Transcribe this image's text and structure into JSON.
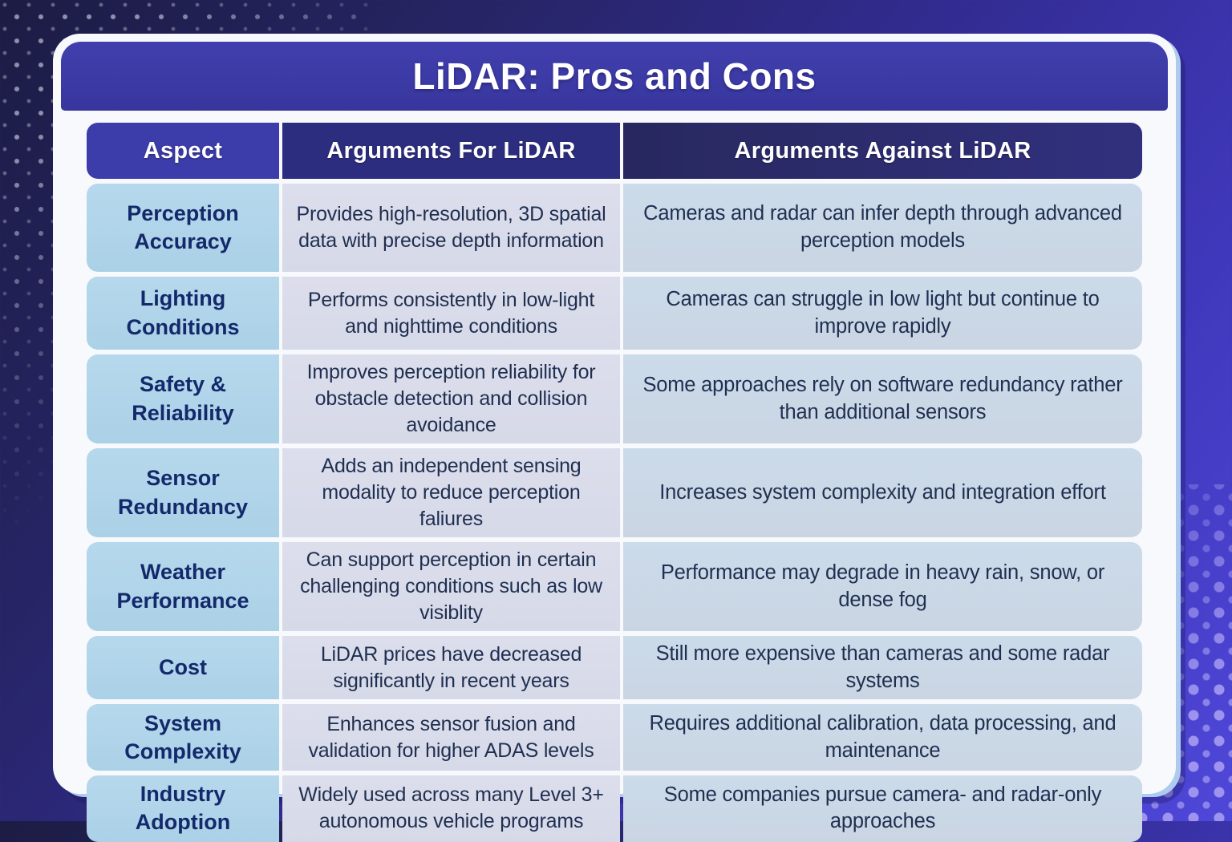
{
  "title": "LiDAR: Pros and Cons",
  "table": {
    "headers": {
      "aspect": "Aspect",
      "for": "Arguments For LiDAR",
      "against": "Arguments Against LiDAR"
    },
    "rows": [
      {
        "aspect": "Perception Accuracy",
        "for": "Provides high-resolution, 3D spatial data with precise depth information",
        "against": "Cameras and radar can infer depth through advanced perception models"
      },
      {
        "aspect": "Lighting Conditions",
        "for": "Performs consistently in low-light and nighttime conditions",
        "against": "Cameras can struggle in low light but continue to improve rapidly"
      },
      {
        "aspect": "Safety & Reliability",
        "for": "Improves perception reliability for obstacle detection and collision avoidance",
        "against": "Some approaches rely on software redundancy rather than additional sensors"
      },
      {
        "aspect": "Sensor Redundancy",
        "for": "Adds an independent sensing modality to reduce perception faliures",
        "against": "Increases system complexity and integration effort"
      },
      {
        "aspect": "Weather Performance",
        "for": "Can support perception in certain challenging conditions such as low visiblity",
        "against": "Performance may degrade in heavy rain, snow, or dense fog"
      },
      {
        "aspect": "Cost",
        "for": "LiDAR prices have decreased significantly in recent years",
        "against": "Still more expensive than cameras and some radar systems"
      },
      {
        "aspect": "System Complexity",
        "for": "Enhances sensor fusion and validation for higher ADAS levels",
        "against": "Requires additional calibration, data processing, and maintenance"
      },
      {
        "aspect": "Industry Adoption",
        "for": "Widely used across many Level 3+ autonomous vehicle programs",
        "against": "Some companies pursue camera- and radar-only approaches"
      }
    ]
  },
  "colors": {
    "background_dark": "#1c1c44",
    "background_bright": "#4f47d8",
    "title_bar": "#3a38a2",
    "header_aspect": "#3c3caa",
    "header_for": "#2d2d7f",
    "header_against": "#2a2a68",
    "aspect_cell": "#b0d4e9",
    "for_cell": "#dadcea",
    "against_cell": "#cbdae9",
    "aspect_text": "#14296b",
    "body_text": "#1f2f50"
  }
}
